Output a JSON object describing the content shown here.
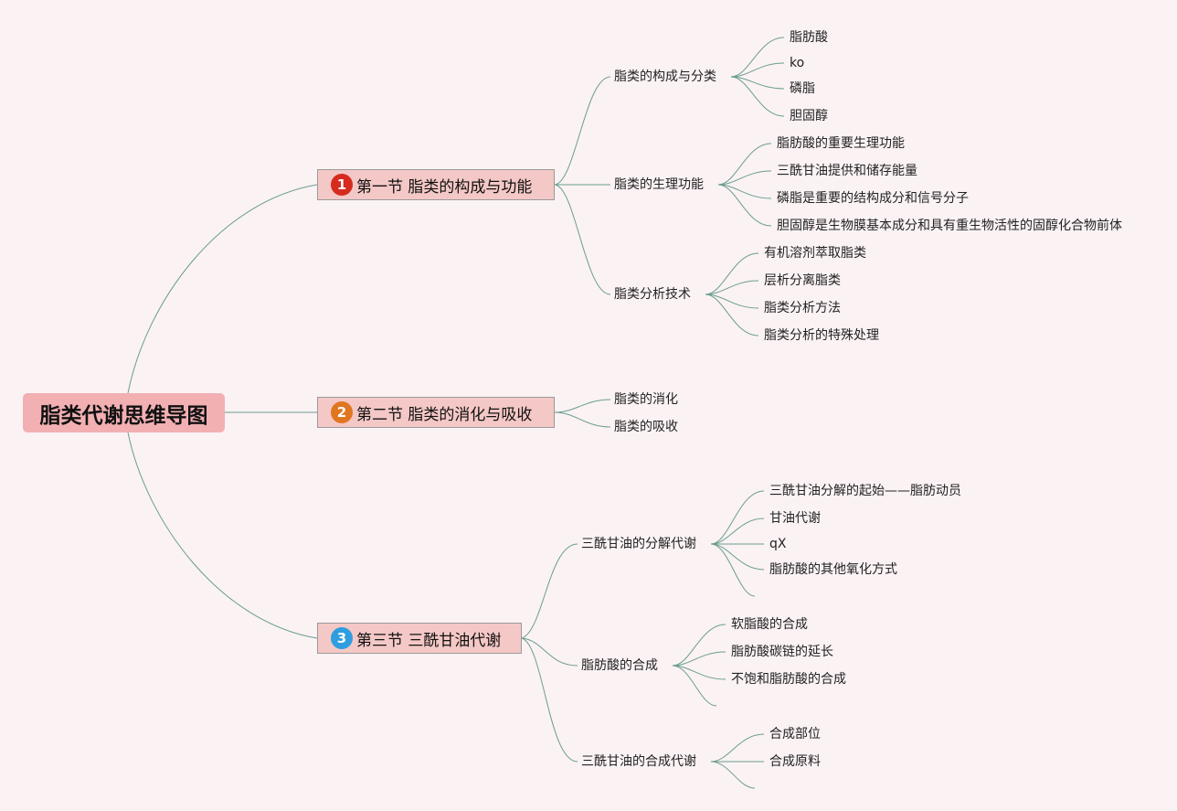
{
  "root": {
    "title": "脂类代谢思维导图"
  },
  "sections": [
    {
      "badge": "1",
      "title": "第一节 脂类的构成与功能",
      "topics": [
        {
          "label": "脂类的构成与分类",
          "items": [
            "脂肪酸",
            "ko",
            "磷脂",
            "胆固醇"
          ]
        },
        {
          "label": "脂类的生理功能",
          "items": [
            "脂肪酸的重要生理功能",
            "三酰甘油提供和储存能量",
            "磷脂是重要的结构成分和信号分子",
            "胆固醇是生物膜基本成分和具有重生物活性的固醇化合物前体"
          ]
        },
        {
          "label": "脂类分析技术",
          "items": [
            "有机溶剂萃取脂类",
            "层析分离脂类",
            "脂类分析方法",
            "脂类分析的特殊处理"
          ]
        }
      ]
    },
    {
      "badge": "2",
      "title": "第二节 脂类的消化与吸收",
      "topics": [
        {
          "label": "脂类的消化"
        },
        {
          "label": "脂类的吸收"
        }
      ]
    },
    {
      "badge": "3",
      "title": "第三节 三酰甘油代谢",
      "topics": [
        {
          "label": "三酰甘油的分解代谢",
          "items": [
            "三酰甘油分解的起始——脂肪动员",
            "甘油代谢",
            "qX",
            "脂肪酸的其他氧化方式"
          ]
        },
        {
          "label": "脂肪酸的合成",
          "items": [
            "软脂酸的合成",
            "脂肪酸碳链的延长",
            "不饱和脂肪酸的合成"
          ]
        },
        {
          "label": "三酰甘油的合成代谢",
          "items": [
            "合成部位",
            "合成原料"
          ]
        }
      ]
    }
  ]
}
